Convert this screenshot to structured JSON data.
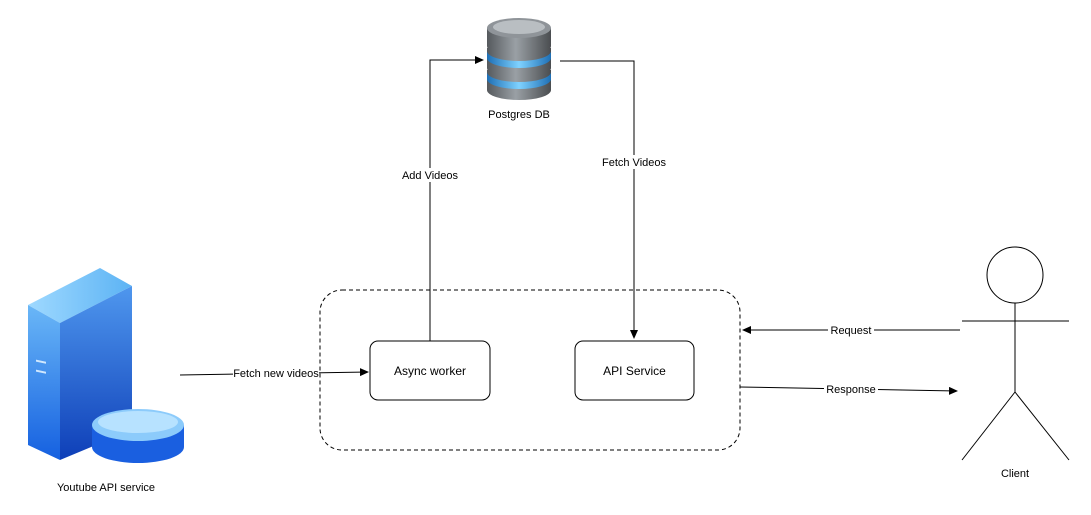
{
  "nodes": {
    "postgres": {
      "label": "Postgres DB",
      "icon": "database-icon"
    },
    "youtube": {
      "label": "Youtube API service",
      "icon": "server-icon"
    },
    "client": {
      "label": "Client",
      "icon": "person-icon"
    },
    "async_worker": {
      "label": "Async worker"
    },
    "api_service": {
      "label": "API Service"
    }
  },
  "edges": {
    "fetch_new_videos": "Fetch new videos",
    "add_videos": "Add Videos",
    "fetch_videos": "Fetch Videos",
    "request": "Request",
    "response": "Response"
  },
  "colors": {
    "stroke": "#000000",
    "server_blue": "#1a7cf0",
    "server_light": "#7cc4fa",
    "db_gray": "#6b6f73",
    "db_band": "#3fa6e8"
  }
}
